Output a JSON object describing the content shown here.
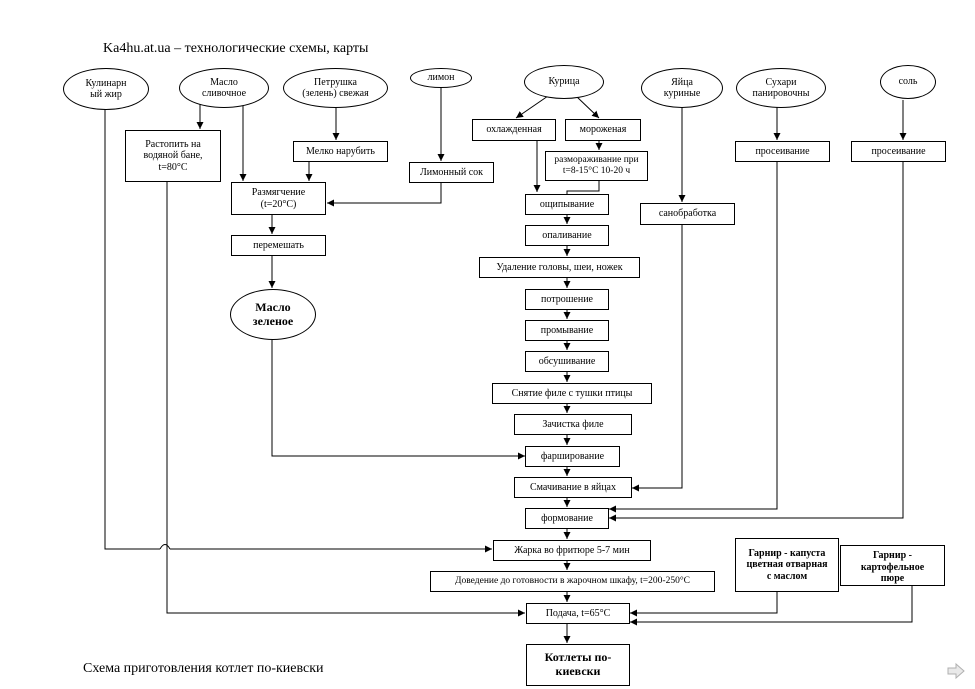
{
  "header": {
    "title": "Ka4hu.at.ua – технологические схемы, карты"
  },
  "footer": {
    "caption": "Схема приготовления котлет по-киевски"
  },
  "diagram": {
    "raw": {
      "fat": "Кулинарн\nый жир",
      "butter": "Масло\nсливочное",
      "parsley": "Петрушка\n(зелень) свежая",
      "lemon": "лимон",
      "chicken": "Курица",
      "eggs": "Яйца\nкуриные",
      "crumbs": "Сухари\nпанировочны",
      "salt": "соль"
    },
    "steps": {
      "melt": "Растопить на\nводяной бане,\nt=80°С",
      "chop": "Мелко нарубить",
      "juice": "Лимонный сок",
      "soften": "Размягчение\n(t=20°С)",
      "mix": "перемешать",
      "green_butter": "Масло\nзеленое",
      "chilled": "охлажденная",
      "frozen": "мороженая",
      "thaw": "размораживание при\nt=8-15°С 10-20 ч",
      "pluck": "ощипывание",
      "singe": "опаливание",
      "remove_head": "Удаление головы, шеи, ножек",
      "gut": "потрошение",
      "wash": "промывание",
      "dry": "обсушивание",
      "fillet": "Снятие филе с тушки птицы",
      "clean_fillet": "Зачистка филе",
      "stuff": "фарширование",
      "egg_sanitize": "санобработка",
      "egg_dip": "Смачивание в яйцах",
      "sift_crumbs": "просеивание",
      "sift_salt": "просеивание",
      "shape": "формование",
      "fry": "Жарка во фритюре 5-7 мин",
      "oven": "Доведение до готовности в жарочном шкафу, t=200-250°С",
      "serve": "Подача, t=65°С",
      "side_cabbage": "Гарнир - капуста\nцветная отварная\nс маслом",
      "side_potato": "Гарнир -\nкартофельное\nпюре",
      "result": "Котлеты по-\nкиевски"
    }
  }
}
